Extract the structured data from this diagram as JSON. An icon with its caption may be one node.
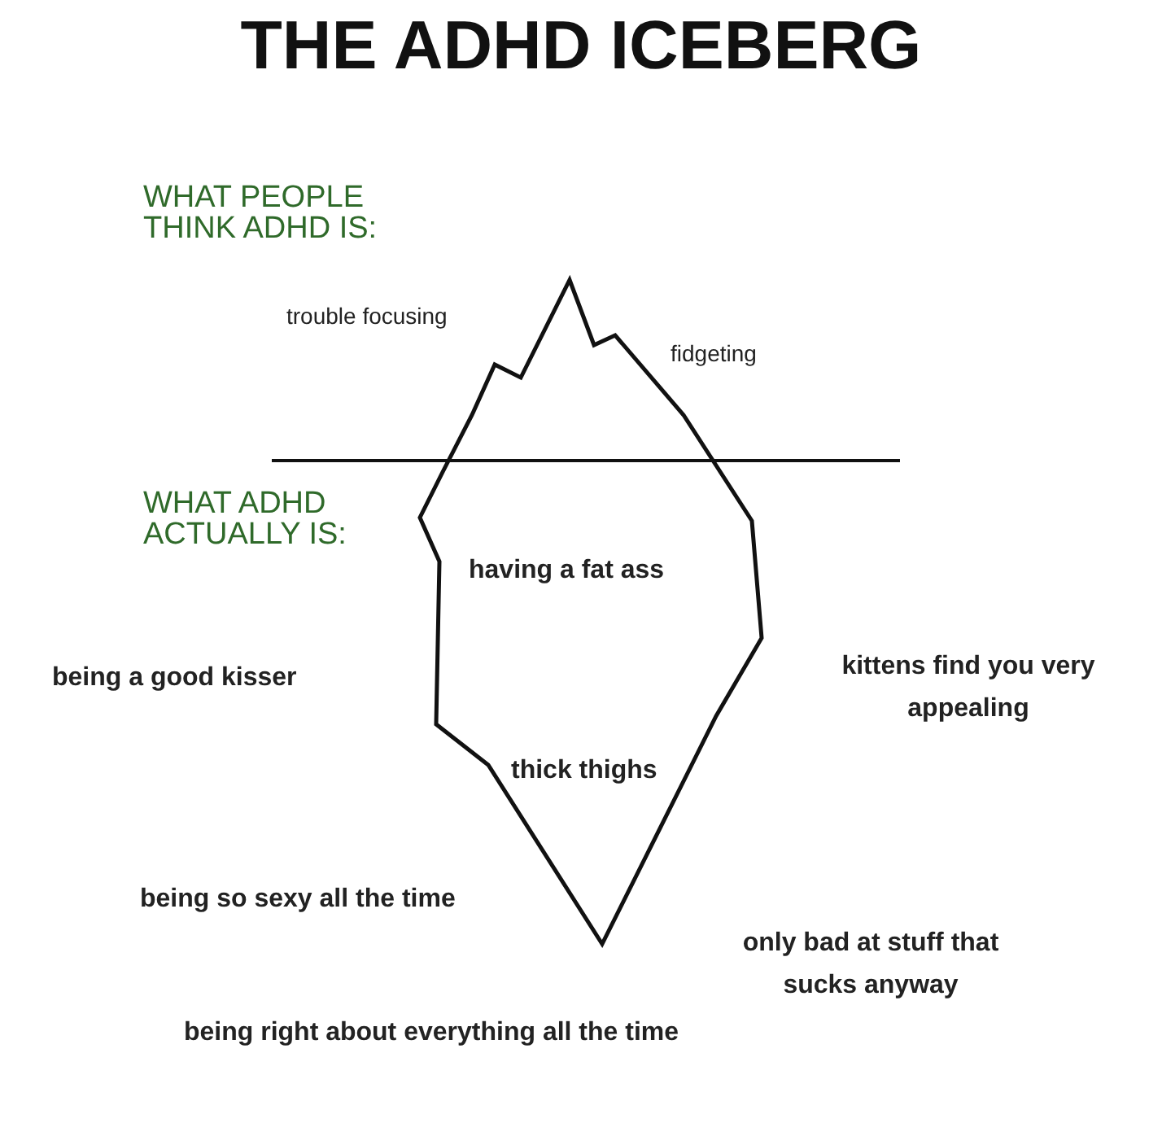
{
  "diagram": {
    "title": "THE ADHD ICEBERG",
    "labels": [
      "WHAT PEOPLE THINK ADHD IS:",
      "trouble focusing",
      "fidgeting",
      "WHAT ADHD ACTUALLY IS:",
      "having a fat ass",
      "being a good kisser",
      "kittens find you very appealing",
      "thick thighs",
      "being so sexy all the time",
      "only bad at stuff that sucks anyway",
      "being right about everything all the time"
    ]
  }
}
